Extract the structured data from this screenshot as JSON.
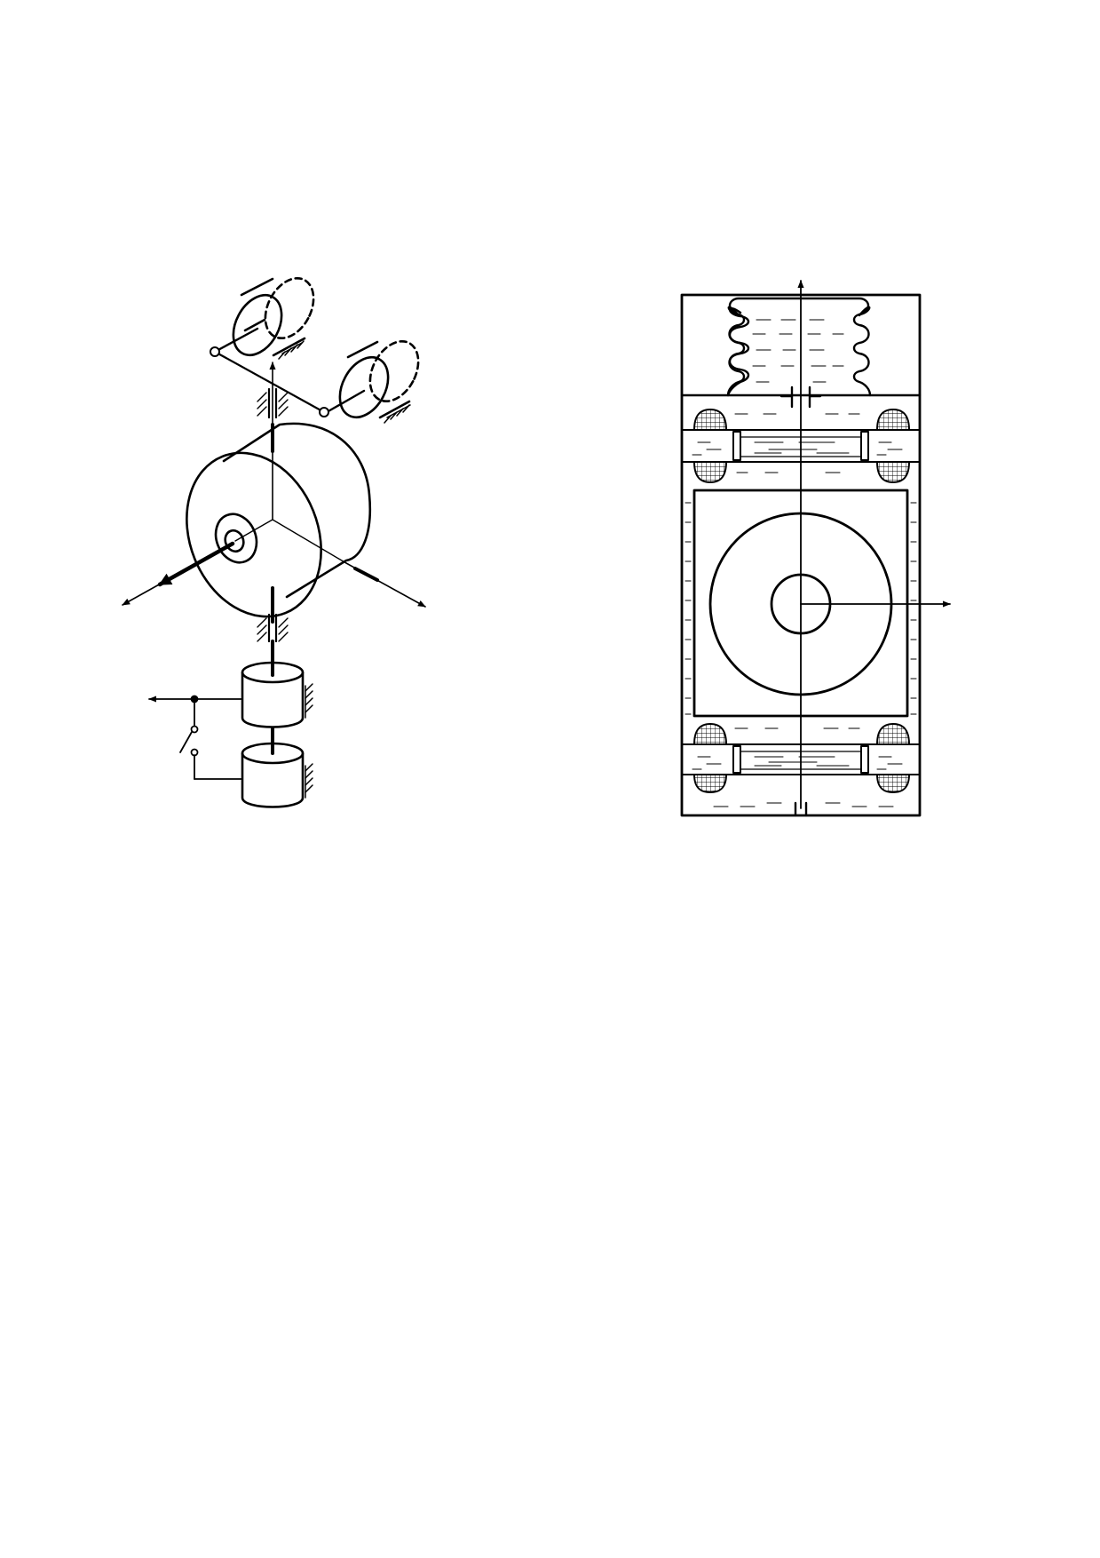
{
  "page": {
    "background": "#ffffff",
    "ink_color": "#000000"
  },
  "figures": [
    {
      "name": "isometric-gyroscope-schematic",
      "description_visible_text": "",
      "parts": [
        "rotor-cylinder",
        "gimbal-bearings",
        "pickoff-coils",
        "torquer-units",
        "switch-contact",
        "axis-arrows"
      ]
    },
    {
      "name": "floated-gyro-cross-section",
      "description_visible_text": "",
      "parts": [
        "case",
        "bellows",
        "float-chamber",
        "rotor-disk",
        "hub",
        "pivot-jewels",
        "fluid-lines",
        "axis-arrows"
      ]
    }
  ]
}
